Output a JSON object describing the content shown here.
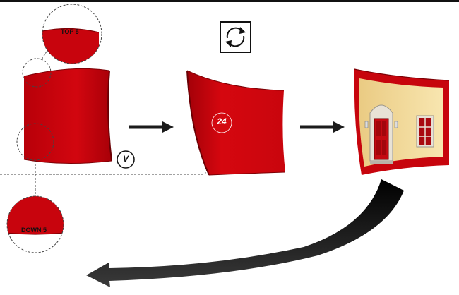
{
  "labels": {
    "top_zoom": "TOP 5",
    "bottom_zoom": "DOWN 5",
    "curve_value": "24",
    "v_marker": "V"
  },
  "icons": {
    "rotate": "rotate-icon"
  },
  "colors": {
    "surface_red": "#c8040d",
    "surface_dark": "#8d0006",
    "wall_cream": "#f3dc9d",
    "arrow_black": "#1b1b1b",
    "dashed_line": "#444444"
  }
}
